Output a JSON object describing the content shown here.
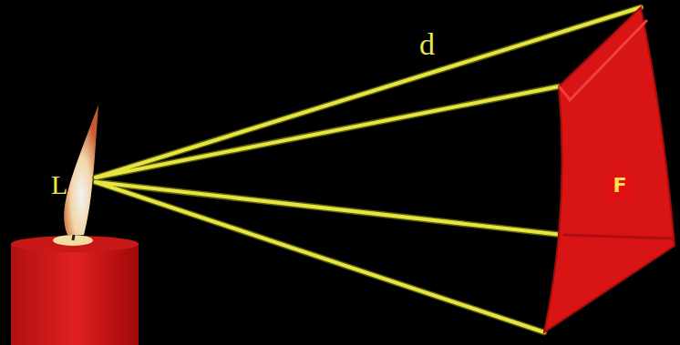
{
  "diagram": {
    "nodes": [
      {
        "text": [
          "F"
        ]
      }
    ],
    "labels": [
      "L",
      "d"
    ]
  }
}
